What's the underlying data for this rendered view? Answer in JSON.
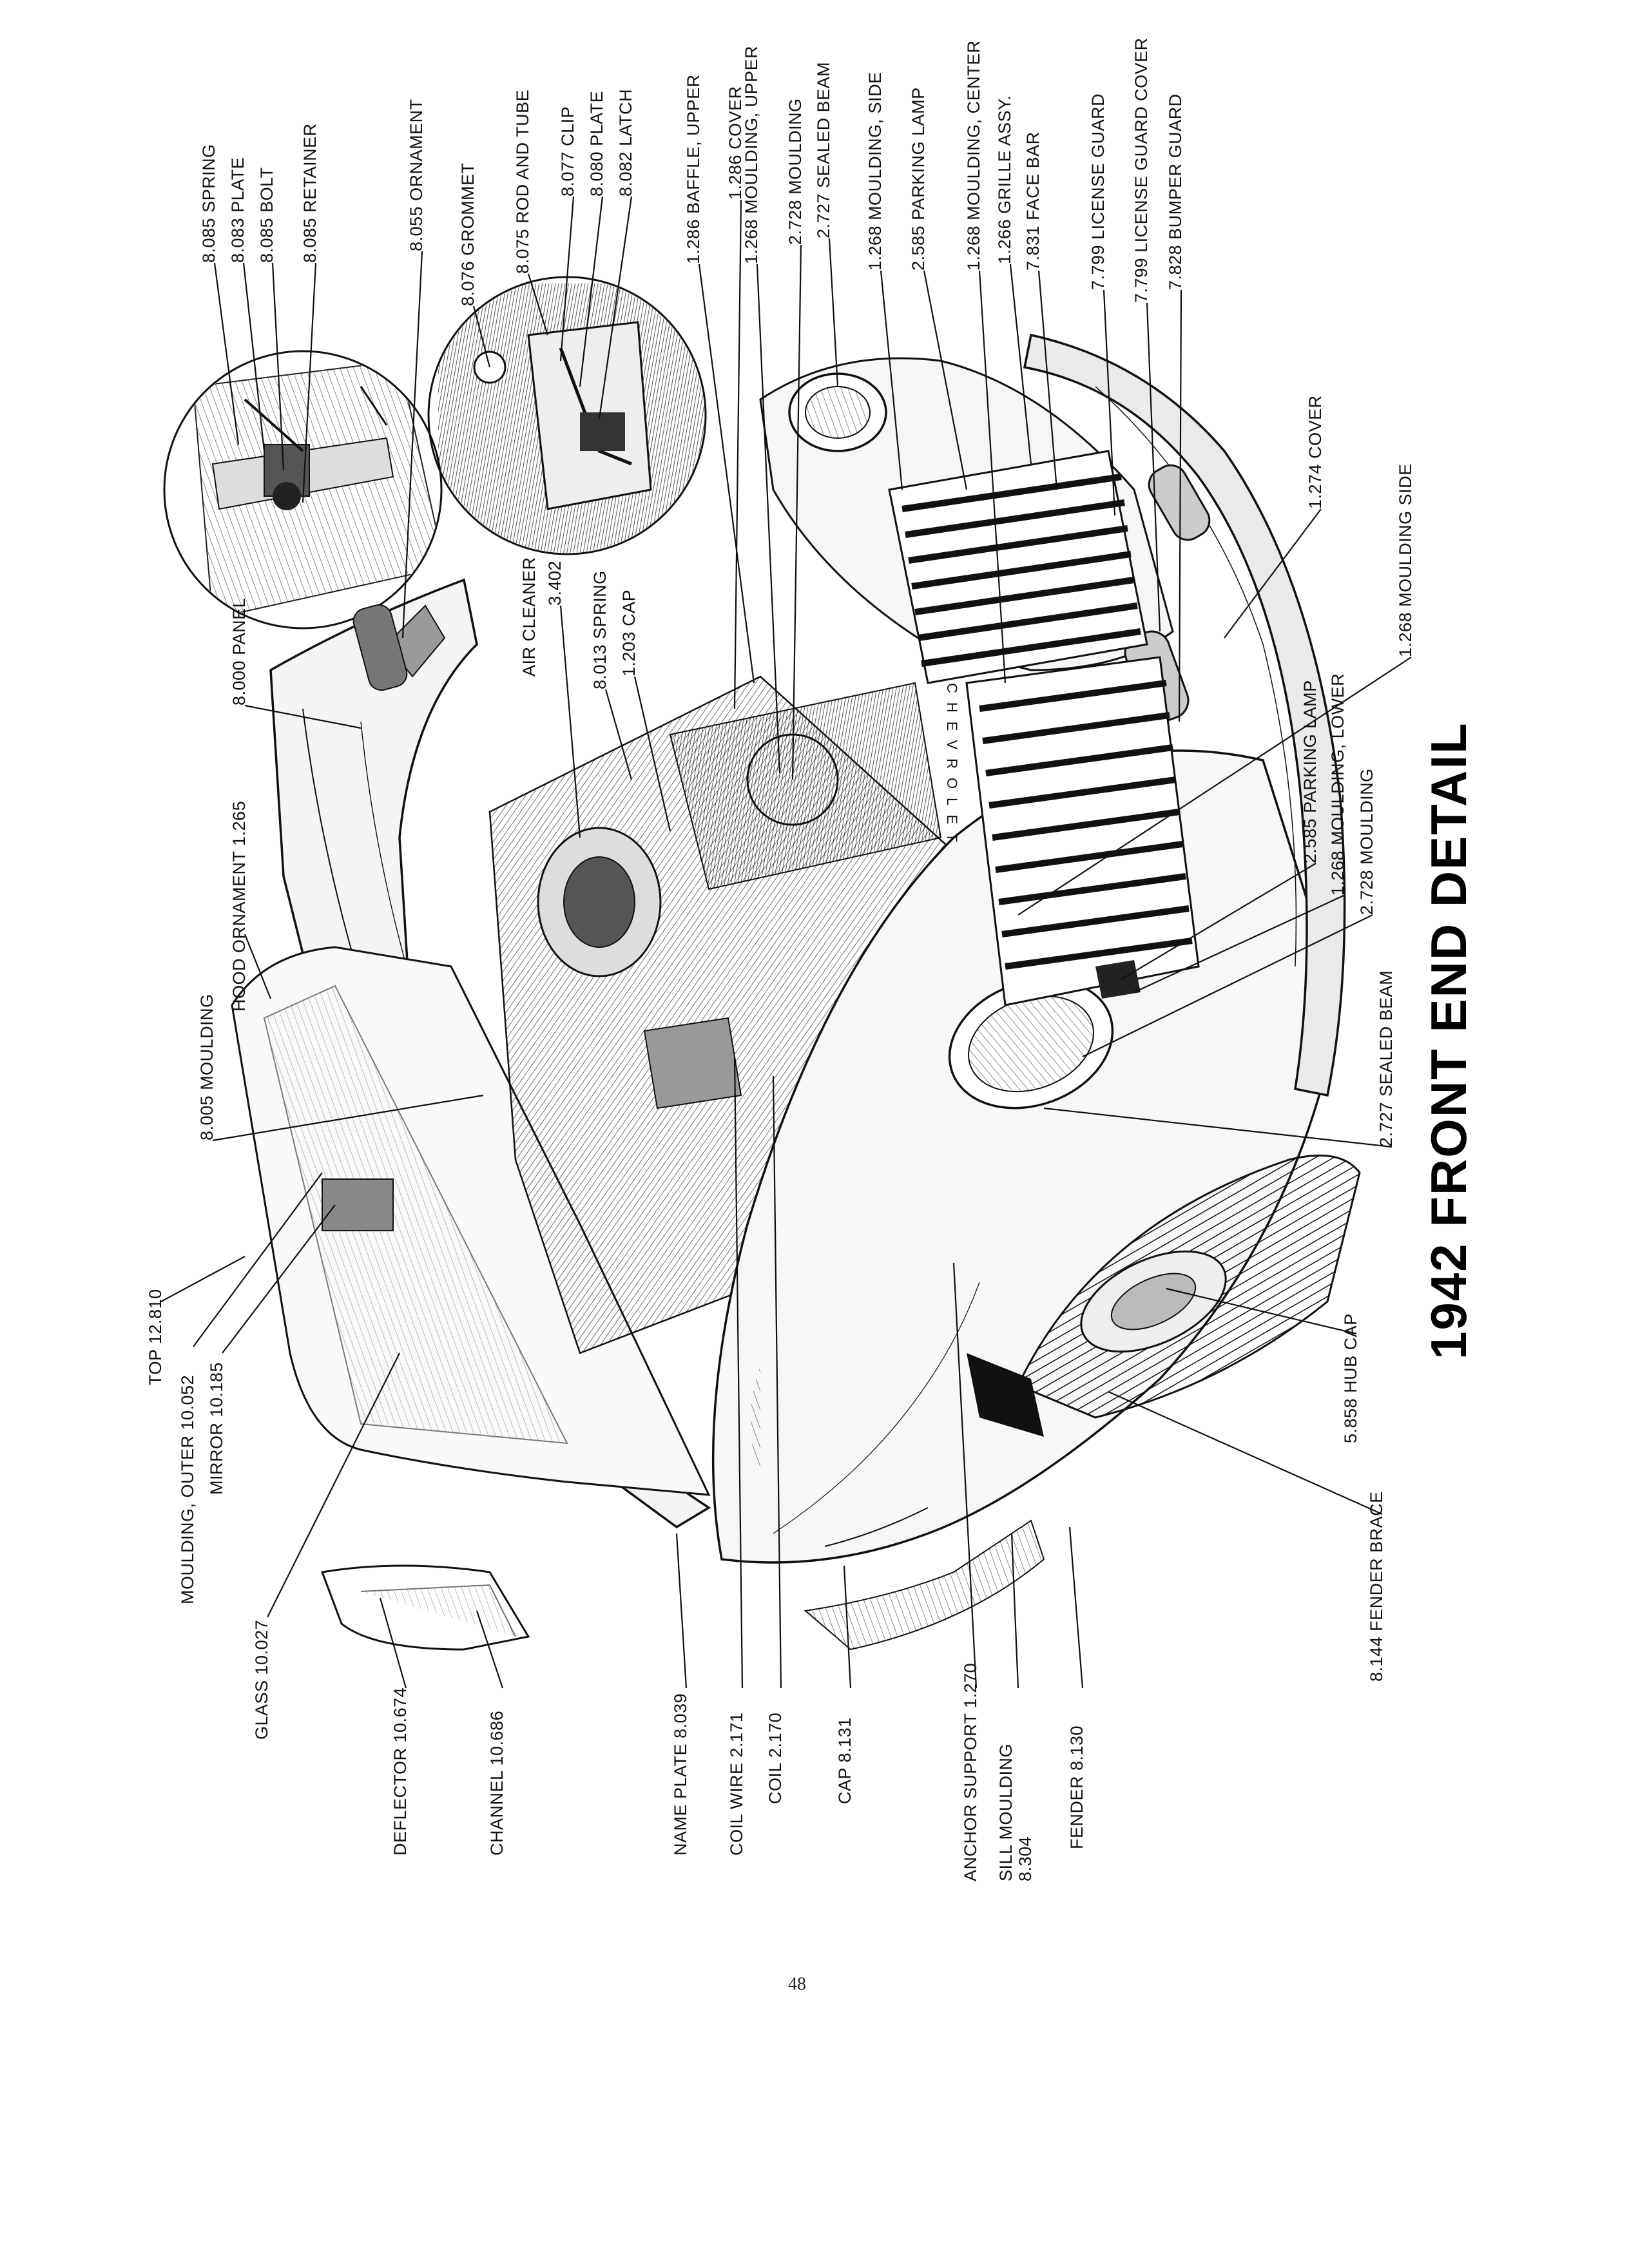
{
  "title": "1942 FRONT END DETAIL",
  "page_number": "48",
  "labels": [
    {
      "id": "spring-8085",
      "text": "8.085 SPRING"
    },
    {
      "id": "plate-8083",
      "text": "8.083 PLATE"
    },
    {
      "id": "bolt-8085",
      "text": "8.085 BOLT"
    },
    {
      "id": "retainer-8085",
      "text": "8.085 RETAINER"
    },
    {
      "id": "ornament-8055",
      "text": "8.055 ORNAMENT"
    },
    {
      "id": "grommet-8076",
      "text": "8.076 GROMMET"
    },
    {
      "id": "rod-tube-8075",
      "text": "8.075 ROD AND TUBE"
    },
    {
      "id": "clip-8077",
      "text": "8.077 CLIP"
    },
    {
      "id": "plate-8080",
      "text": "8.080 PLATE"
    },
    {
      "id": "latch-8082",
      "text": "8.082 LATCH"
    },
    {
      "id": "baffle-1286",
      "text": "1.286 BAFFLE, UPPER"
    },
    {
      "id": "cover-1286",
      "text": "1.286 COVER"
    },
    {
      "id": "moulding-upper-1268",
      "text": "1.268 MOULDING, UPPER"
    },
    {
      "id": "moulding-2728-top",
      "text": "2.728 MOULDING"
    },
    {
      "id": "sealed-beam-2727-top",
      "text": "2.727 SEALED BEAM"
    },
    {
      "id": "moulding-side-1268",
      "text": "1.268 MOULDING, SIDE"
    },
    {
      "id": "parking-lamp-2585-top",
      "text": "2.585 PARKING LAMP"
    },
    {
      "id": "moulding-center-1268",
      "text": "1.268 MOULDING, CENTER"
    },
    {
      "id": "grille-1266",
      "text": "1.266 GRILLE ASSY."
    },
    {
      "id": "face-bar-7831",
      "text": "7.831 FACE BAR"
    },
    {
      "id": "license-guard-7799",
      "text": "7.799 LICENSE GUARD"
    },
    {
      "id": "license-guard-cover-7799",
      "text": "7.799 LICENSE GUARD COVER"
    },
    {
      "id": "bumper-guard-7828",
      "text": "7.828 BUMPER GUARD"
    },
    {
      "id": "panel-8000",
      "text": "8.000 PANEL"
    },
    {
      "id": "air-cleaner-3402-a",
      "text": "AIR CLEANER"
    },
    {
      "id": "air-cleaner-3402-b",
      "text": "3.402"
    },
    {
      "id": "spring-8013",
      "text": "8.013 SPRING"
    },
    {
      "id": "cap-1203",
      "text": "1.203 CAP"
    },
    {
      "id": "cover-1274",
      "text": "1.274 COVER"
    },
    {
      "id": "moulding-side-1268-right",
      "text": "1.268 MOULDING SIDE"
    },
    {
      "id": "hood-ornament-1265",
      "text": "HOOD ORNAMENT 1.265"
    },
    {
      "id": "moulding-8005",
      "text": "8.005 MOULDING"
    },
    {
      "id": "parking-lamp-2585-low",
      "text": "2.585 PARKING LAMP"
    },
    {
      "id": "moulding-lower-1268",
      "text": "1.268 MOULDING, LOWER"
    },
    {
      "id": "moulding-2728-low",
      "text": "2.728 MOULDING"
    },
    {
      "id": "sealed-beam-2727-low",
      "text": "2.727 SEALED BEAM"
    },
    {
      "id": "top-12810",
      "text": "TOP 12.810"
    },
    {
      "id": "moulding-outer-10052",
      "text": "MOULDING, OUTER 10.052"
    },
    {
      "id": "mirror-10185",
      "text": "MIRROR 10.185"
    },
    {
      "id": "glass-10027",
      "text": "GLASS 10.027"
    },
    {
      "id": "deflector-10674",
      "text": "DEFLECTOR 10.674"
    },
    {
      "id": "channel-10686",
      "text": "CHANNEL 10.686"
    },
    {
      "id": "name-plate-8039",
      "text": "NAME PLATE 8.039"
    },
    {
      "id": "coil-wire-2171",
      "text": "COIL WIRE 2.171"
    },
    {
      "id": "coil-2170",
      "text": "COIL 2.170"
    },
    {
      "id": "cap-8131",
      "text": "CAP 8.131"
    },
    {
      "id": "anchor-support-1270",
      "text": "ANCHOR SUPPORT 1.270"
    },
    {
      "id": "sill-moulding-8304-a",
      "text": "SILL MOULDING"
    },
    {
      "id": "sill-moulding-8304-b",
      "text": "8.304"
    },
    {
      "id": "fender-8130",
      "text": "FENDER 8.130"
    },
    {
      "id": "fender-brace-8144",
      "text": "8.144 FENDER BRACE"
    },
    {
      "id": "hub-cap-5858",
      "text": "5.858 HUB CAP"
    }
  ],
  "grille_lettering": "CHEVROLET"
}
